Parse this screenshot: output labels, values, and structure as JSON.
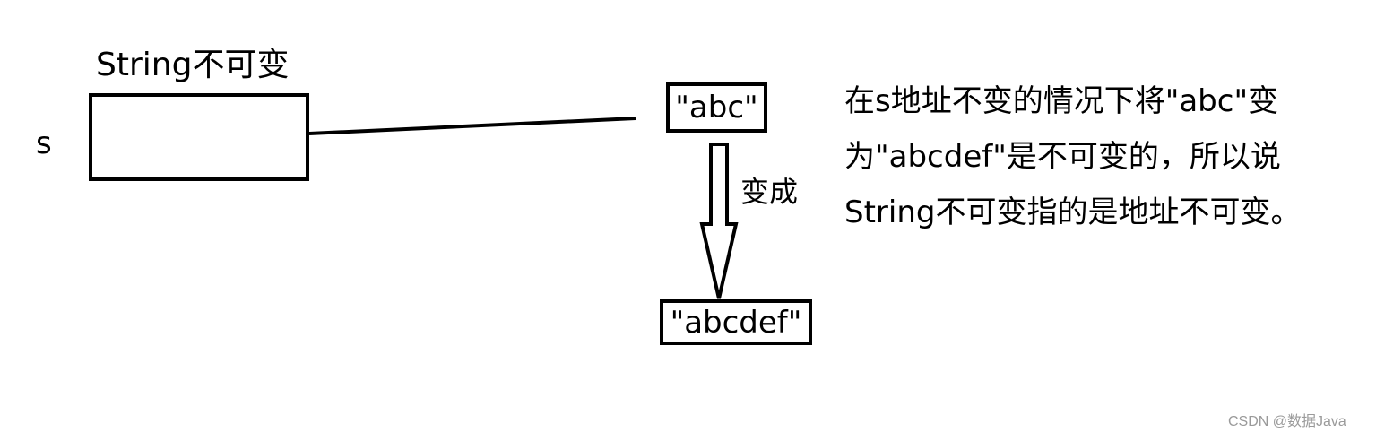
{
  "diagram": {
    "title": "String不可变",
    "variable_label": "s",
    "old_value": "\"abc\"",
    "arrow_label": "变成",
    "new_value": "\"abcdef\"",
    "note_lines": [
      "在s地址不变的情况下将\"abc\"变",
      "为\"abcdef\"是不可变的，所以说",
      "String不可变指的是地址不可变。"
    ]
  },
  "watermark": "CSDN @数据Java"
}
